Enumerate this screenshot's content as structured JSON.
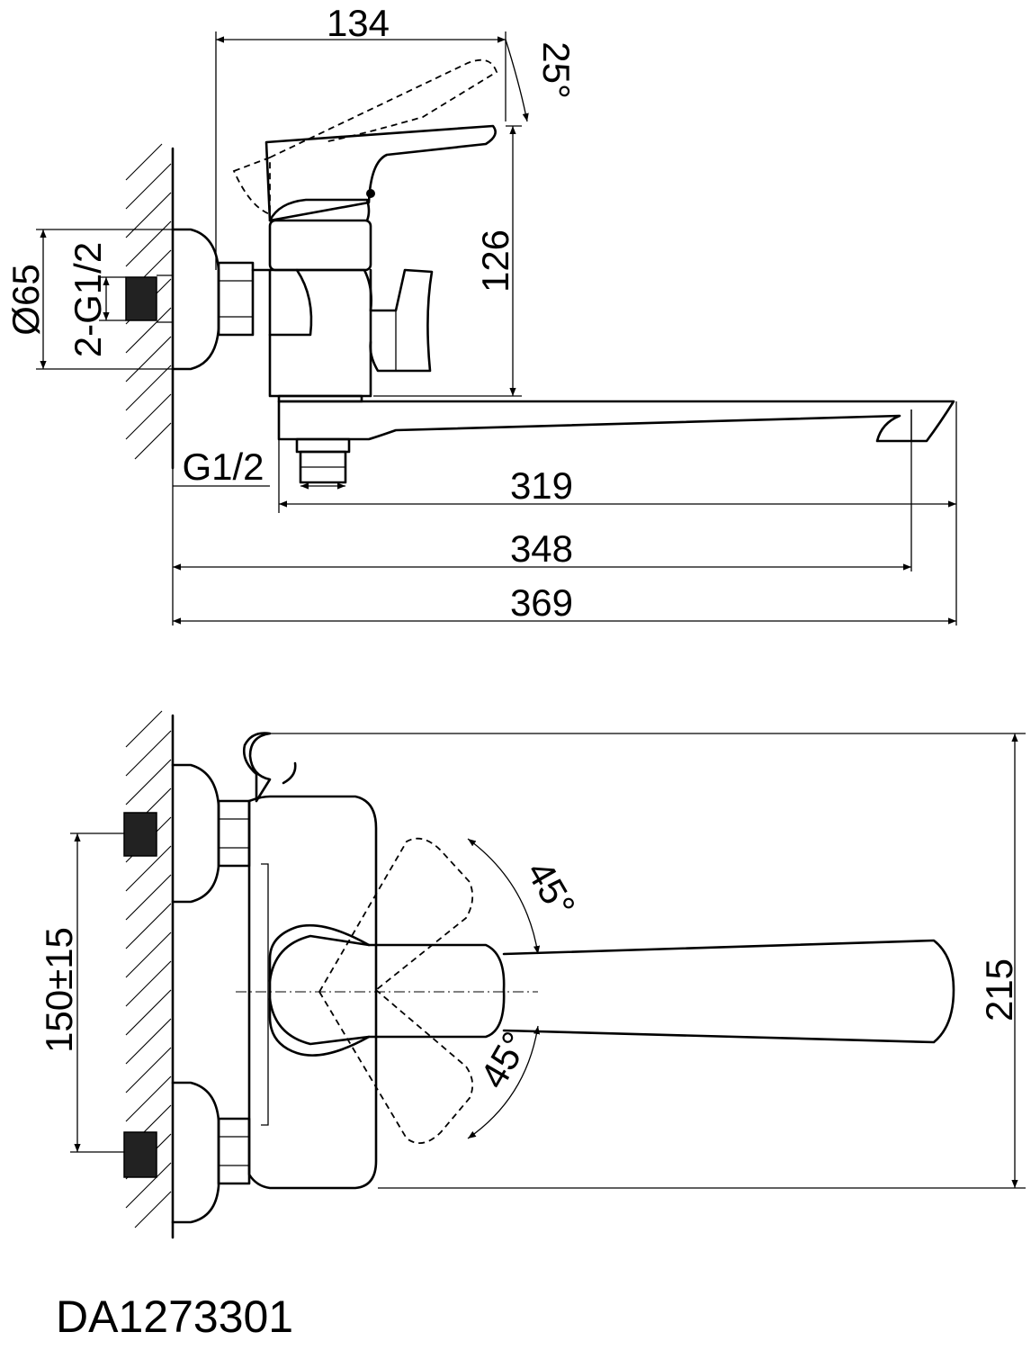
{
  "side_view": {
    "dimensions": {
      "top_width": "134",
      "handle_angle": "25°",
      "height": "126",
      "escutcheon_diameter": "Ø65",
      "inlet_thread": "2-G1/2",
      "outlet_thread": "G1/2",
      "spout_reach": "319",
      "outlet_reach": "348",
      "overall_length": "369"
    }
  },
  "top_view": {
    "dimensions": {
      "inlet_spacing": "150±15",
      "handle_angle_upper": "45°",
      "handle_angle_lower": "45°",
      "overall_depth": "215"
    }
  },
  "model_number": "DA1273301"
}
